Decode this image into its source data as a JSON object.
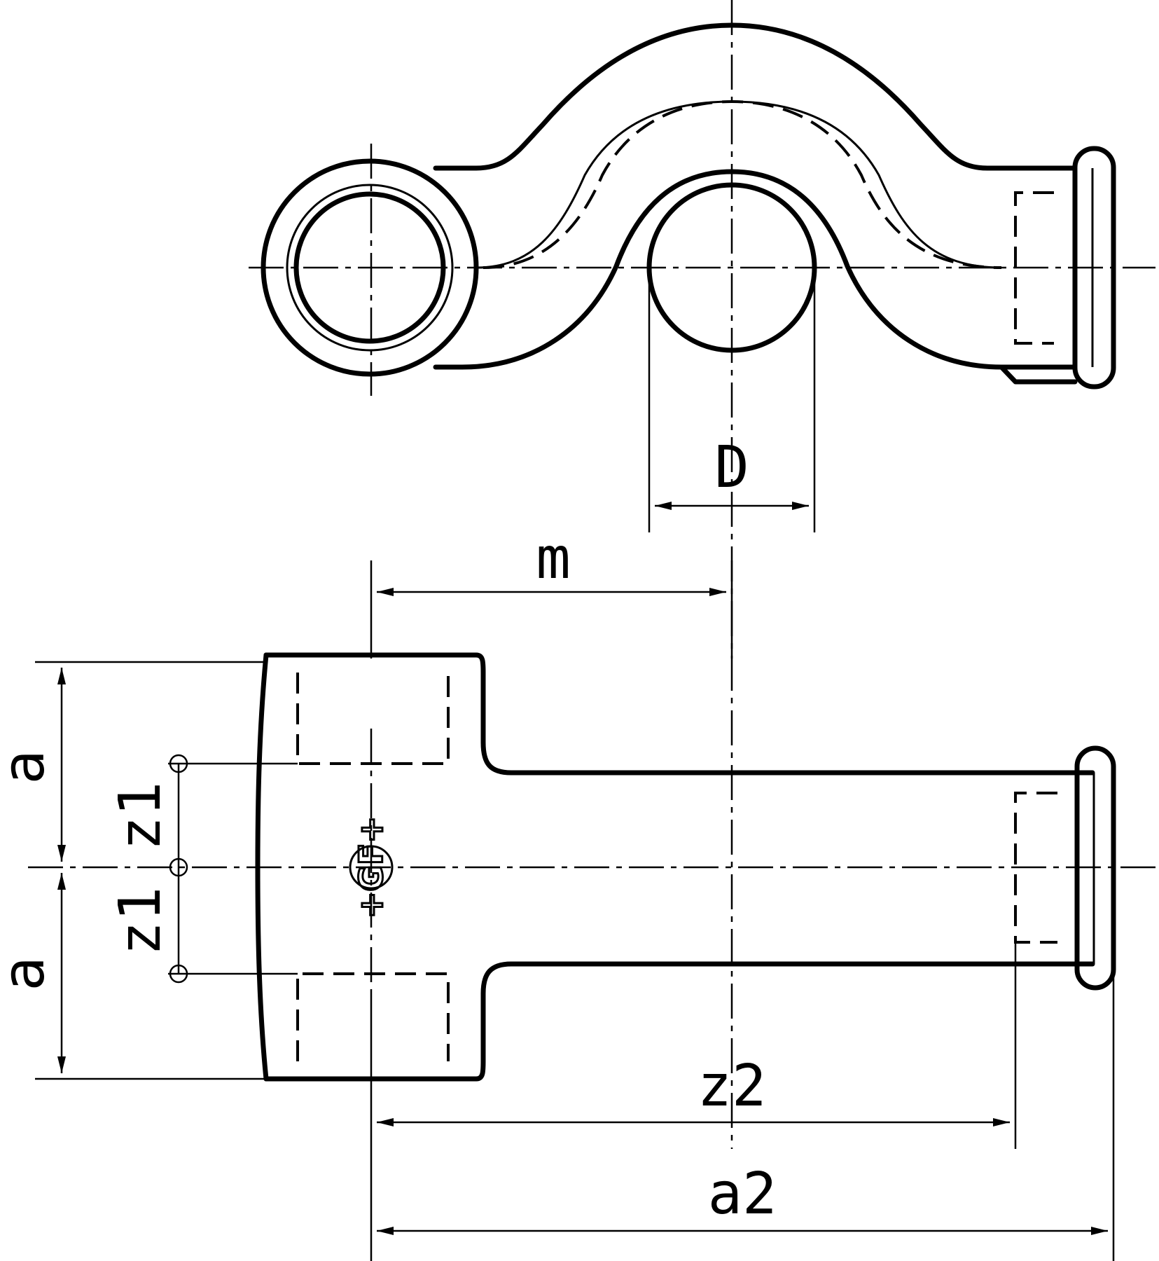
{
  "labels": {
    "D": "D",
    "m": "m",
    "a_top": "a",
    "a_bottom": "a",
    "z1_top": "z1",
    "z1_bottom": "z1",
    "z2": "z2",
    "a2": "a2"
  },
  "logo": "+GF+"
}
